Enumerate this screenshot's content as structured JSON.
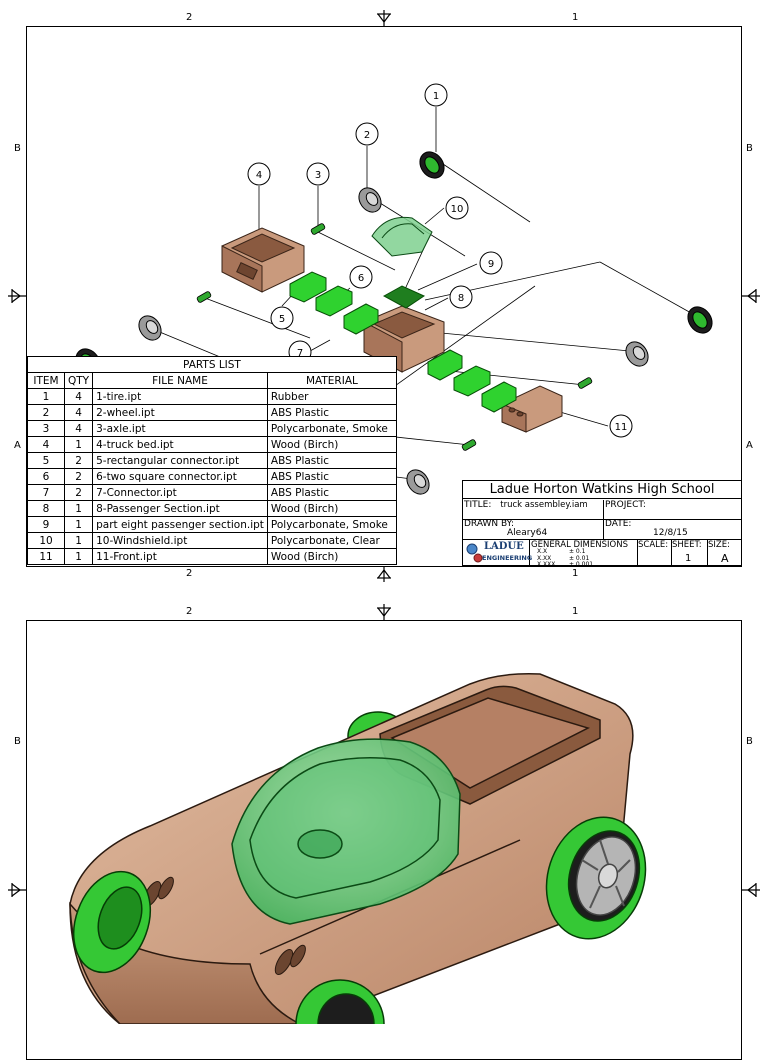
{
  "sheet": {
    "zone_cols": [
      "2",
      "1"
    ],
    "zone_rows": [
      "B",
      "A"
    ]
  },
  "parts_list": {
    "title": "PARTS LIST",
    "headers": [
      "ITEM",
      "QTY",
      "FILE NAME",
      "MATERIAL"
    ],
    "rows": [
      {
        "item": "1",
        "qty": "4",
        "file": "1-tire.ipt",
        "material": "Rubber"
      },
      {
        "item": "2",
        "qty": "4",
        "file": "2-wheel.ipt",
        "material": "ABS Plastic"
      },
      {
        "item": "3",
        "qty": "4",
        "file": "3-axle.ipt",
        "material": "Polycarbonate, Smoke"
      },
      {
        "item": "4",
        "qty": "1",
        "file": "4-truck bed.ipt",
        "material": "Wood (Birch)"
      },
      {
        "item": "5",
        "qty": "2",
        "file": "5-rectangular connector.ipt",
        "material": "ABS Plastic"
      },
      {
        "item": "6",
        "qty": "2",
        "file": "6-two square connector.ipt",
        "material": "ABS Plastic"
      },
      {
        "item": "7",
        "qty": "2",
        "file": "7-Connector.ipt",
        "material": "ABS Plastic"
      },
      {
        "item": "8",
        "qty": "1",
        "file": "8-Passenger Section.ipt",
        "material": "Wood (Birch)"
      },
      {
        "item": "9",
        "qty": "1",
        "file": "part eight passenger section.ipt",
        "material": "Polycarbonate, Smoke"
      },
      {
        "item": "10",
        "qty": "1",
        "file": "10-Windshield.ipt",
        "material": "Polycarbonate, Clear"
      },
      {
        "item": "11",
        "qty": "1",
        "file": "11-Front.ipt",
        "material": "Wood (Birch)"
      }
    ]
  },
  "title_block": {
    "school": "Ladue Horton Watkins High School",
    "title_label": "TITLE:",
    "title_value": "truck assembley.iam",
    "project_label": "PROJECT:",
    "drawn_label": "DRAWN BY:",
    "drawn_value": "Aleary64",
    "date_label": "DATE:",
    "date_value": "12/8/15",
    "logo_line1": "LADUE",
    "logo_line2": "ENGINEERING",
    "dims_label": "GENERAL DIMENSIONS",
    "dims_rows": [
      {
        "fmt": "X.X",
        "tol": "± 0.1"
      },
      {
        "fmt": "X.XX",
        "tol": "± 0.01"
      },
      {
        "fmt": "X.XXX",
        "tol": "± 0.001"
      }
    ],
    "scale_label": "SCALE:",
    "sheet_label": "SHEET:",
    "sheet_value": "1",
    "size_label": "SIZE:",
    "size_value": "A"
  },
  "balloons": [
    "1",
    "2",
    "3",
    "4",
    "5",
    "6",
    "7",
    "8",
    "9",
    "10",
    "11"
  ],
  "colors": {
    "wood": "#c9987a",
    "wood_dark": "#8a5a40",
    "green": "#3fd23f",
    "green_dark": "#0c6a10",
    "glass": "#7fd08f"
  }
}
